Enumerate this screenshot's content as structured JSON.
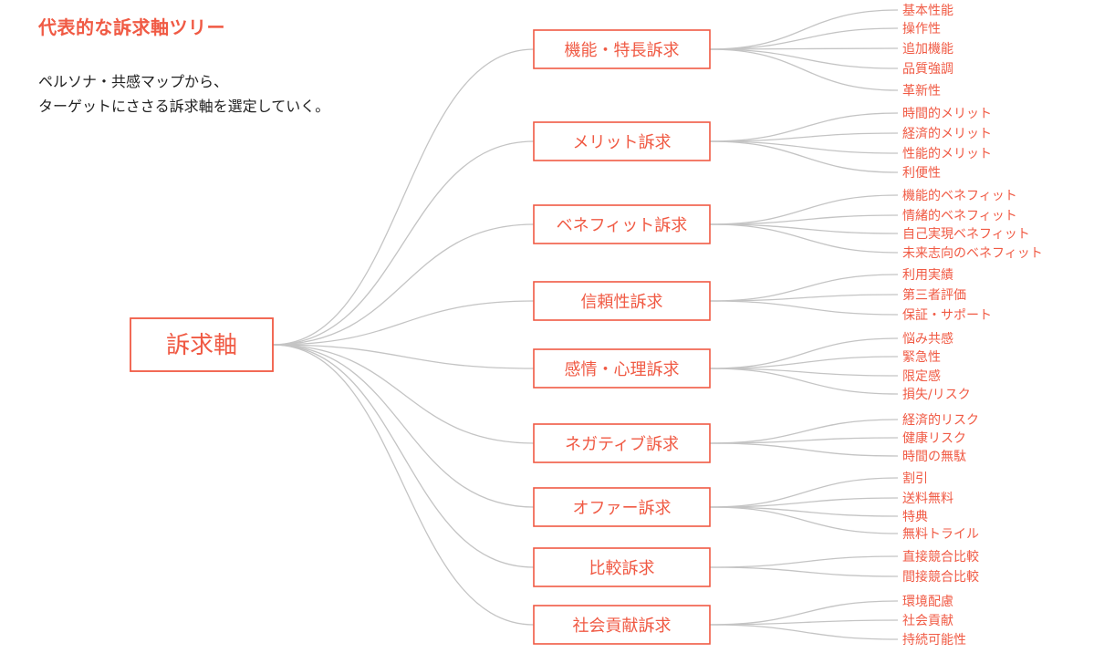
{
  "page": {
    "title": "代表的な訴求軸ツリー",
    "description": [
      "ペルソナ・共感マップから、",
      "ターゲットにささる訴求軸を選定していく。"
    ]
  },
  "colors": {
    "accent": "#f05a44",
    "connector": "#c4c4c4",
    "text": "#222222"
  },
  "tree": {
    "root": "訴求軸",
    "branches": [
      {
        "label": "機能・特長訴求",
        "leaves": [
          "基本性能",
          "操作性",
          "追加機能",
          "品質強調",
          "革新性"
        ]
      },
      {
        "label": "メリット訴求",
        "leaves": [
          "時間的メリット",
          "経済的メリット",
          "性能的メリット",
          "利便性"
        ]
      },
      {
        "label": "ベネフィット訴求",
        "leaves": [
          "機能的ベネフィット",
          "情緒的ベネフィット",
          "自己実現ベネフィット",
          "未来志向のベネフィット"
        ]
      },
      {
        "label": "信頼性訴求",
        "leaves": [
          "利用実績",
          "第三者評価",
          "保証・サポート"
        ]
      },
      {
        "label": "感情・心理訴求",
        "leaves": [
          "悩み共感",
          "緊急性",
          "限定感",
          "損失/リスク"
        ]
      },
      {
        "label": "ネガティブ訴求",
        "leaves": [
          "経済的リスク",
          "健康リスク",
          "時間の無駄"
        ]
      },
      {
        "label": "オファー訴求",
        "leaves": [
          "割引",
          "送料無料",
          "特典",
          "無料トライル"
        ]
      },
      {
        "label": "比較訴求",
        "leaves": [
          "直接競合比較",
          "間接競合比較"
        ]
      },
      {
        "label": "社会貢献訴求",
        "leaves": [
          "環境配慮",
          "社会貢献",
          "持続可能性"
        ]
      }
    ]
  }
}
